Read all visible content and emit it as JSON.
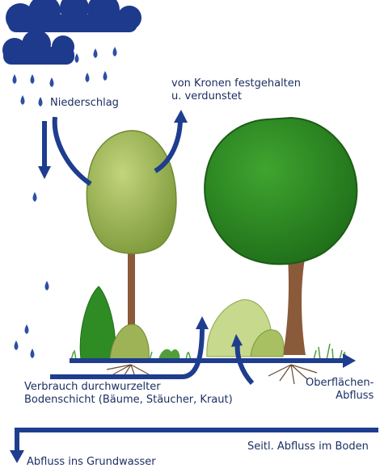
{
  "diagram": {
    "labels": {
      "niederschlag": "Niederschlag",
      "kronen_line1": "von Kronen festgehalten",
      "kronen_line2": "u. verdunstet",
      "verbrauch_line1": "Verbrauch durchwurzelter",
      "verbrauch_line2": "Bodenschicht (Bäume, Stäucher, Kraut)",
      "oberflaechen_line1": "Oberflächen-",
      "oberflaechen_line2": "Abfluss",
      "seitl_abfluss": "Seitl. Abfluss im Boden",
      "grundwasser": "Abfluss ins Grundwasser"
    },
    "colors": {
      "arrow_blue": "#1f3d8f",
      "cloud_blue": "#1d3a8c",
      "drop_blue": "#2c4fa3",
      "small_crown": "#9db356",
      "large_crown": "#2f8b24",
      "trunk": "#8a5a3a",
      "grass": "#4f9e3a",
      "text": "#1b2f62"
    }
  }
}
